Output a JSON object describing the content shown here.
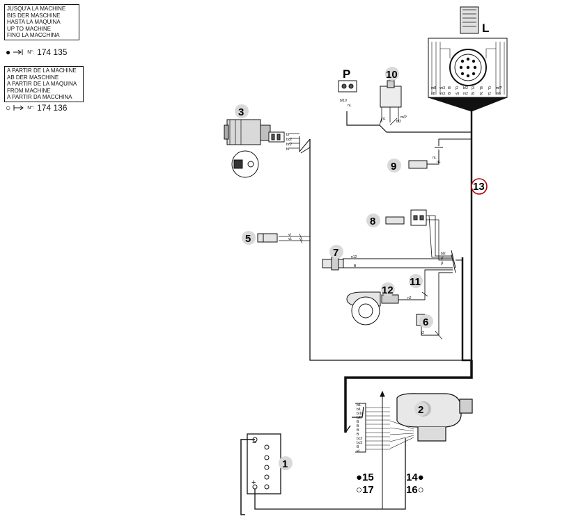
{
  "legend": {
    "up_to": {
      "lines": [
        "JUSQU'A LA MACHINE",
        "BIS DER MASCHINE",
        "HASTA LA MAQUINA",
        "UP TO MACHINE",
        "FINO LA MACCHINA"
      ],
      "marker": "●",
      "n_label": "N°:",
      "serial": "174 135"
    },
    "from": {
      "lines": [
        "A PARTIR DE LA MACHINE",
        "AB DER MASCHINE",
        "A PARTIR DE LA MAQUINA",
        "FROM MACHINE",
        "A PARTIR DA MACCHINA"
      ],
      "marker": "○",
      "n_label": "N°:",
      "serial": "174 136"
    }
  },
  "components": {
    "c1": "1",
    "c2": "2",
    "c3": "3",
    "c5": "5",
    "c6": "6",
    "c7": "7",
    "c8": "8",
    "c9": "9",
    "c10": "10",
    "c11": "11",
    "c12": "12",
    "c13": "13",
    "P": "P",
    "L": "L",
    "c15": "●15",
    "c17": "○17",
    "c14": "14●",
    "c16": "16○"
  },
  "wire_labels": {
    "gen": [
      "bl",
      "bc2",
      "bc2",
      "bl"
    ],
    "c5": [
      "vl",
      "vL"
    ],
    "c7": [
      "n12",
      "B"
    ],
    "c8": [
      "bi2",
      "j7",
      "j1"
    ],
    "c12": "n2",
    "c6": "j2",
    "c9": [
      "nL",
      "nL"
    ],
    "c10": [
      "nL",
      "b/2",
      "m/P"
    ],
    "P": [
      "b/10",
      "nL"
    ],
    "starter": [
      "b/L",
      "b/L",
      "b/10",
      "b/B",
      "B",
      "B",
      "B",
      "B",
      "bc3",
      "bc3",
      "B",
      "vL"
    ],
    "connector_top": [
      "m8",
      "vn3",
      "i8",
      "j2",
      "b/2",
      "j3",
      "j8",
      "j2",
      "m/P"
    ],
    "connector_bottom": [
      "n8",
      "vn3",
      "i8",
      "v6",
      "m2",
      "j8",
      "j2",
      "j2",
      "m6"
    ]
  },
  "battery_signs": {
    "minus": "−",
    "plus": "+"
  }
}
